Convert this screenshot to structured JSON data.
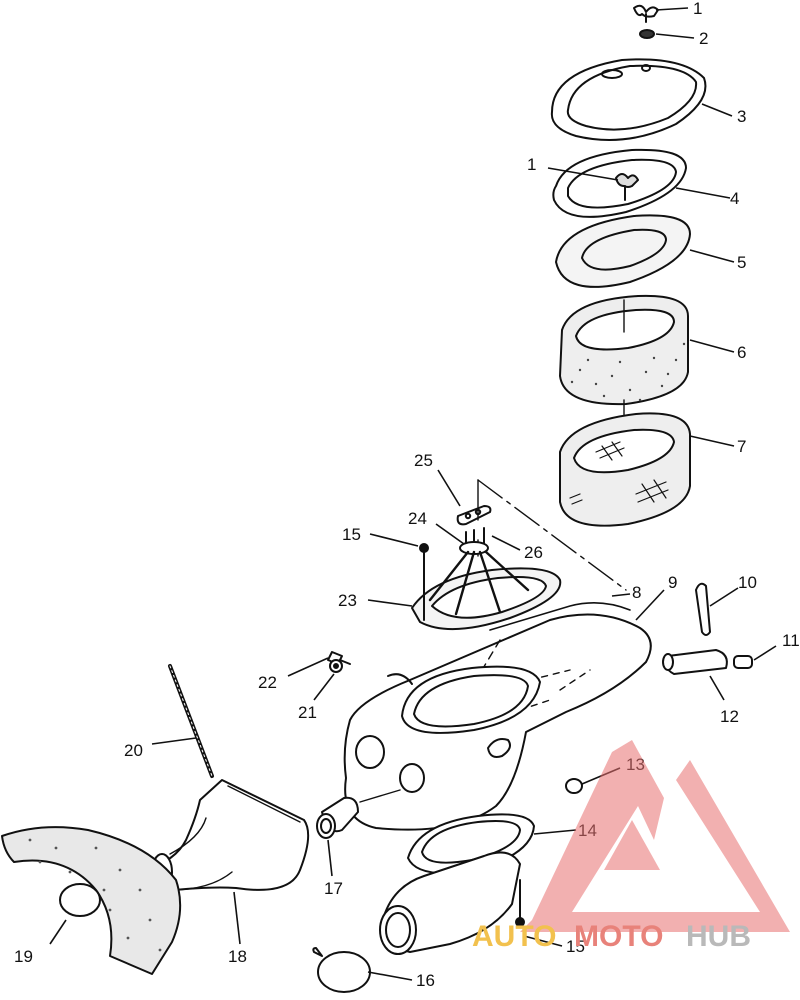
{
  "diagram": {
    "callouts": [
      {
        "id": "c1a",
        "label": "1"
      },
      {
        "id": "c2",
        "label": "2"
      },
      {
        "id": "c3",
        "label": "3"
      },
      {
        "id": "c1b",
        "label": "1"
      },
      {
        "id": "c4",
        "label": "4"
      },
      {
        "id": "c5",
        "label": "5"
      },
      {
        "id": "c6",
        "label": "6"
      },
      {
        "id": "c7",
        "label": "7"
      },
      {
        "id": "c8",
        "label": "8"
      },
      {
        "id": "c9",
        "label": "9"
      },
      {
        "id": "c10",
        "label": "10"
      },
      {
        "id": "c11",
        "label": "11"
      },
      {
        "id": "c12",
        "label": "12"
      },
      {
        "id": "c13",
        "label": "13"
      },
      {
        "id": "c14",
        "label": "14"
      },
      {
        "id": "c15a",
        "label": "15"
      },
      {
        "id": "c15b",
        "label": "15"
      },
      {
        "id": "c16",
        "label": "16"
      },
      {
        "id": "c17",
        "label": "17"
      },
      {
        "id": "c18",
        "label": "18"
      },
      {
        "id": "c19",
        "label": "19"
      },
      {
        "id": "c20",
        "label": "20"
      },
      {
        "id": "c21",
        "label": "21"
      },
      {
        "id": "c22",
        "label": "22"
      },
      {
        "id": "c23",
        "label": "23"
      },
      {
        "id": "c24",
        "label": "24"
      },
      {
        "id": "c25",
        "label": "25"
      },
      {
        "id": "c26",
        "label": "26"
      }
    ]
  },
  "watermark": {
    "text_auto": "AUTO",
    "text_moto": "MOTO",
    "text_hub": "HUB",
    "colors": {
      "auto": "#f2c14e",
      "moto": "#e8827a",
      "hub": "#b9b9b9",
      "logo": "#e87070"
    }
  }
}
